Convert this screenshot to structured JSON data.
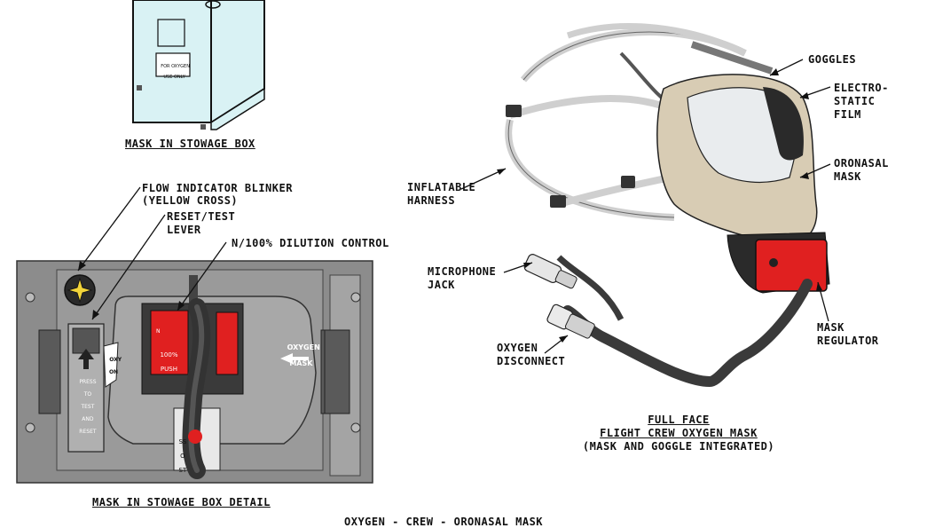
{
  "captions": {
    "stowage_box": "MASK IN STOWAGE BOX",
    "stowage_box_detail": "MASK IN STOWAGE BOX DETAIL",
    "full_face_line1": "FULL FACE",
    "full_face_line2": "FLIGHT CREW OXYGEN MASK",
    "full_face_line3": "(MASK AND GOGGLE INTEGRATED)",
    "bottom_partial": "OXYGEN - CREW - ORONASAL MASK"
  },
  "callouts": {
    "flow_indicator_line1": "FLOW INDICATOR BLINKER",
    "flow_indicator_line2": "(YELLOW CROSS)",
    "reset_test_line1": "RESET/TEST",
    "reset_test_line2": "LEVER",
    "dilution_control": "N/100% DILUTION CONTROL",
    "goggles": "GOGGLES",
    "electrostatic_line1": "ELECTRO-",
    "electrostatic_line2": "STATIC",
    "electrostatic_line3": "FILM",
    "oronasal_line1": "ORONASAL",
    "oronasal_line2": "MASK",
    "harness_line1": "INFLATABLE",
    "harness_line2": "HARNESS",
    "microphone_line1": "MICROPHONE",
    "microphone_line2": "JACK",
    "oxygen_disconnect_line1": "OXYGEN",
    "oxygen_disconnect_line2": "DISCONNECT",
    "mask_regulator_line1": "MASK",
    "mask_regulator_line2": "REGULATOR"
  },
  "panel_text": {
    "oxygen_mask_line1": "OXYGEN",
    "oxygen_mask_line2": "MASK",
    "oxy_on_line1": "OXY",
    "oxy_on_line2": "ON",
    "press_line1": "PRESS",
    "press_line2": "TO",
    "press_line3": "TEST",
    "press_line4": "AND",
    "press_line5": "RESET",
    "n_label": "N",
    "push_line1": "100%",
    "push_line2": "PUSH",
    "sso_line1": "SS",
    "sso_line2": "O",
    "sso_line3": "ST",
    "box_placard_line1": "FOR OXYGEN",
    "box_placard_line2": "USE ONLY"
  },
  "colors": {
    "box_fill": "#d9f2f4",
    "panel_gray": "#8c8c8c",
    "panel_dark": "#5a5a5a",
    "knob_red": "#e02020",
    "mask_tan": "#d8ccb4",
    "hose_dark": "#3a3a3a",
    "harness_gray": "#cfcfcf",
    "blinker_yellow": "#f2d43a"
  }
}
